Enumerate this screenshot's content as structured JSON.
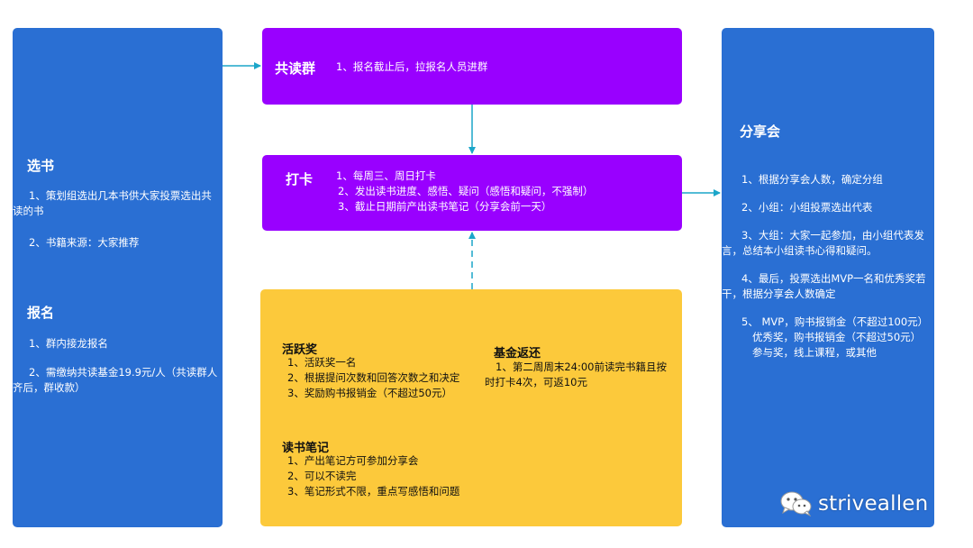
{
  "left": {
    "select_title": "选书",
    "select_lines": [
      "1、策划组选出几本书供大家投票选出共",
      "读的书",
      "2、书籍来源：大家推荐"
    ],
    "signup_title": "报名",
    "signup_lines": [
      "1、群内接龙报名",
      "2、需缴纳共读基金19.9元/人（共读群人",
      "齐后，群收款）"
    ]
  },
  "group": {
    "title": "共读群",
    "line": "1、报名截止后，拉报名人员进群"
  },
  "checkin": {
    "title": "打卡",
    "lines": [
      "1、每周三、周日打卡",
      "2、发出读书进度、感悟、疑问（感悟和疑问，不强制）",
      "3、截止日期前产出读书笔记（分享会前一天）"
    ]
  },
  "yellow": {
    "active_title": "活跃奖",
    "active_lines": [
      "1、活跃奖一名",
      "2、根据提问次数和回答次数之和决定",
      "3、奖励购书报销金（不超过50元）"
    ],
    "fund_title": "基金返还",
    "fund_lines": [
      "1、第二周周末24:00前读完书籍且按",
      "时打卡4次，可返10元"
    ],
    "notes_title": "读书笔记",
    "notes_lines": [
      "1、产出笔记方可参加分享会",
      "2、可以不读完",
      "3、笔记形式不限，重点写感悟和问题"
    ]
  },
  "share": {
    "title": "分享会",
    "p1": [
      "1、根据分享会人数，确定分组"
    ],
    "p2": [
      "2、小组：小组投票选出代表"
    ],
    "p3": [
      "3、大组：大家一起参加，由小组代表发",
      "言，总结本小组读书心得和疑问。"
    ],
    "p4": [
      "4、最后，投票选出MVP一名和优秀奖若",
      "干，根据分享会人数确定"
    ],
    "p5": [
      "5、 MVP，购书报销金（不超过100元）",
      "优秀奖，购书报销金（不超过50元）",
      "参与奖，线上课程，或其他"
    ]
  },
  "watermark": {
    "icon": "wechat-icon",
    "text": "striveallen"
  },
  "colors": {
    "blue": "#2a6fd3",
    "purple": "#9900ff",
    "yellow": "#fcc93b",
    "arrow": "#1ba6c9"
  }
}
